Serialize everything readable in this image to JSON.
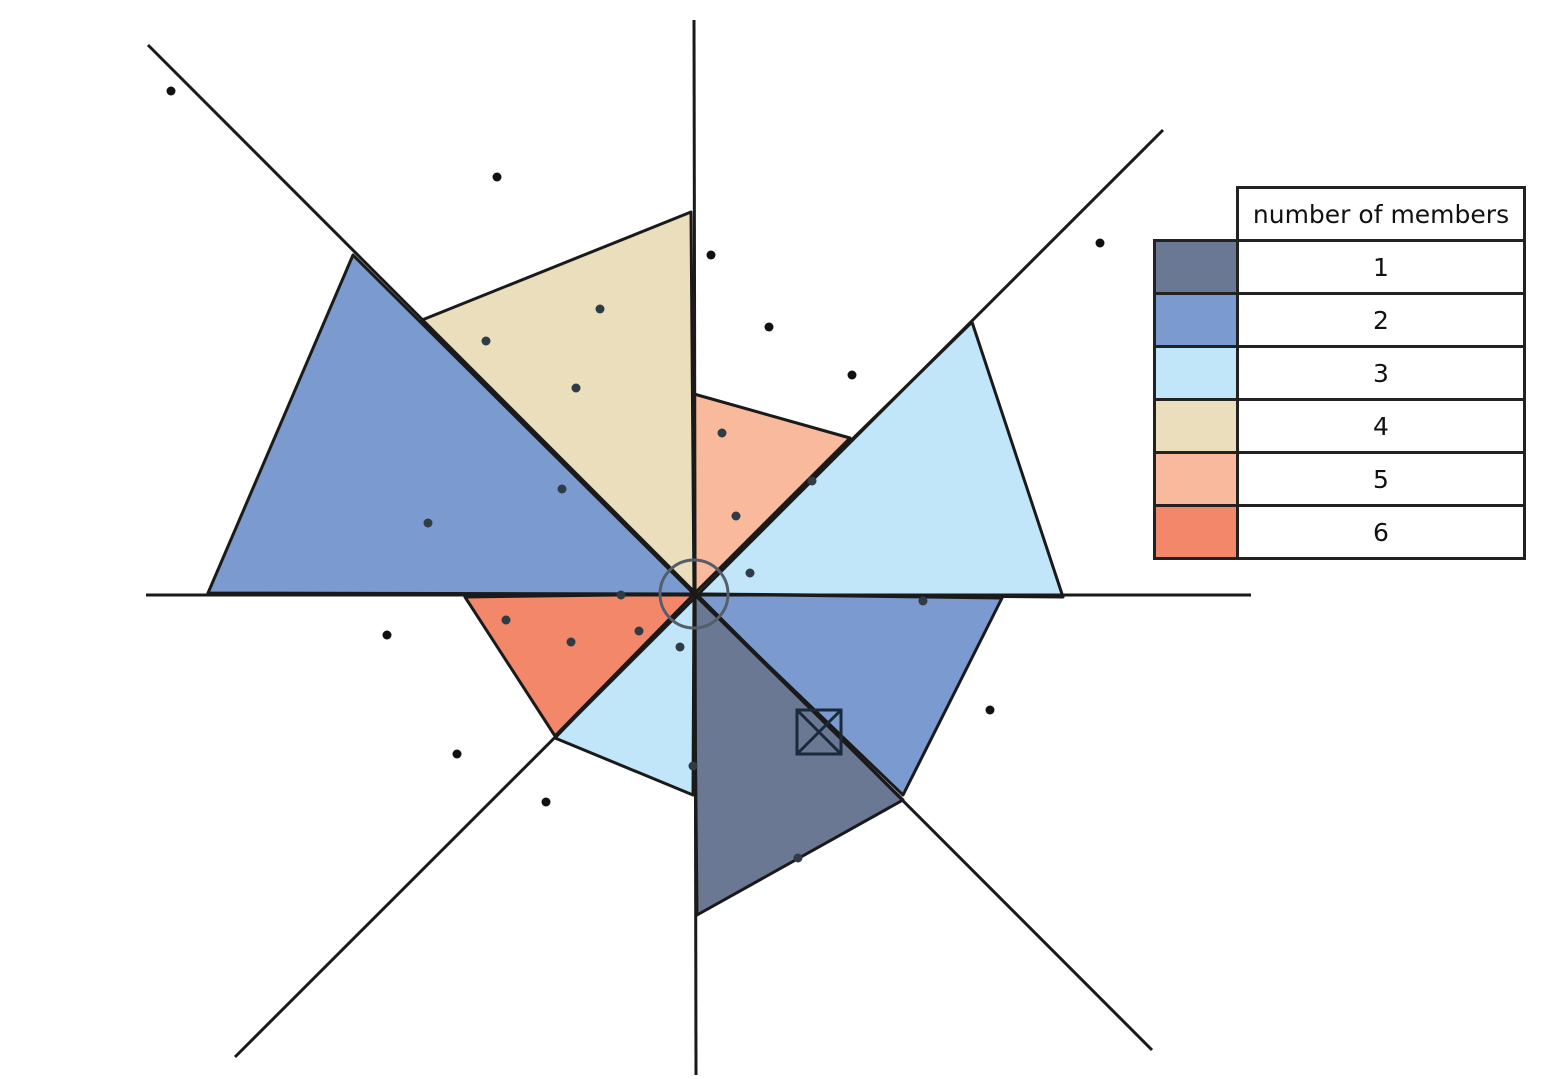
{
  "legend": {
    "title": "number of members",
    "entries": [
      {
        "label": "1",
        "color": "#6a7893"
      },
      {
        "label": "2",
        "color": "#7b9bd0"
      },
      {
        "label": "3",
        "color": "#c1e6fa"
      },
      {
        "label": "4",
        "color": "#eadebc"
      },
      {
        "label": "5",
        "color": "#f9b99d"
      },
      {
        "label": "6",
        "color": "#f28769"
      }
    ]
  }
}
